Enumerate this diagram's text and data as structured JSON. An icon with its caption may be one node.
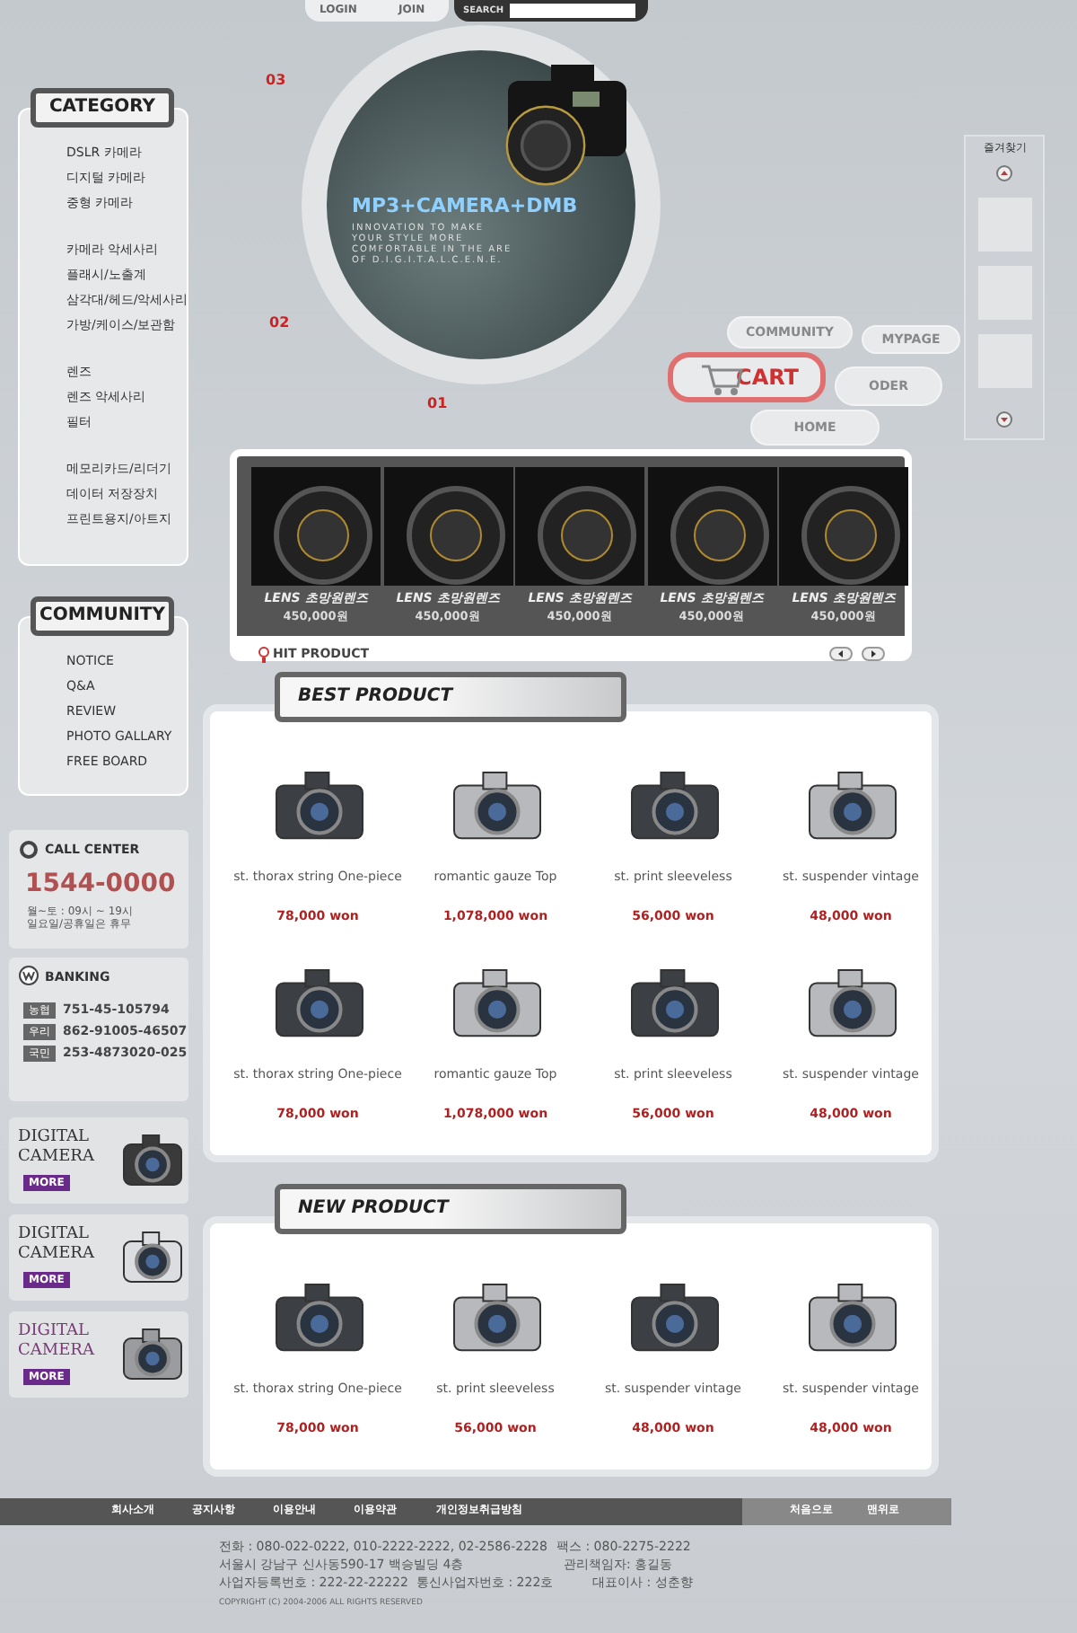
{
  "diagram": {
    "nodes": [
      {
        "text": [
          "CATEGORY",
          "DSLR 카메라",
          "디지털 카메라",
          "중형 카메라",
          "카메라 악세사리",
          "플래시/노출계",
          "삼각대/헤드/악세사리",
          "가방/케이스/보관함",
          "렌즈",
          "렌즈 악세사리",
          "필터",
          "메모리카드/리더기",
          "데이터 저장장치",
          "프린트용지/아트지"
        ]
      },
      {
        "text": [
          "COMMUNITY",
          "NOTICE",
          "Q&A",
          "REVIEW",
          "PHOTO GALLARY",
          "FREE BOARD"
        ]
      },
      {
        "text": [
          "CALL CENTER",
          "1544-0000",
          "월~토 : 09시 ~ 19시 일요일/공휴일은 휴무"
        ]
      },
      {
        "text": [
          "BANKING",
          "농협",
          "751-45-105794",
          "우리",
          "862-91005-46507",
          "국민",
          "253-4873020-025"
        ]
      },
      {
        "text": [
          "DIGITAL CAMERA",
          "MORE"
        ]
      },
      {
        "text": [
          "DIGITAL CAMERA",
          "MORE"
        ]
      },
      {
        "text": [
          "DIGITAL CAMERA",
          "MORE"
        ]
      },
      {
        "text": [
          "MP3+CAMERA+DMB",
          "INNOVATION TO MAKE YOUR STYLE MORE COMFORTABLE IN THE ARE OF D.I.G.I.T.A.L.C.E.N.E."
        ]
      },
      {
        "text": [
          "COMMUNITY"
        ]
      },
      {
        "text": [
          "MYPAGE"
        ]
      },
      {
        "text": [
          "CART"
        ]
      },
      {
        "text": [
          "ODER"
        ]
      },
      {
        "text": [
          "HOME"
        ]
      },
      {
        "text": [
          "즐겨찾기"
        ]
      },
      {
        "text": [
          "HIT PRODUCT"
        ]
      },
      {
        "text": [
          "LENS 초망원렌즈",
          "450,000원"
        ],
        "in": 14
      },
      {
        "text": [
          "LENS 초망원렌즈",
          "450,000원"
        ],
        "in": 14
      },
      {
        "text": [
          "LENS 초망원렌즈",
          "450,000원"
        ],
        "in": 14
      },
      {
        "text": [
          "LENS 초망원렌즈",
          "450,000원"
        ],
        "in": 14
      },
      {
        "text": [
          "LENS 초망원렌즈",
          "450,000원"
        ],
        "in": 14
      },
      {
        "text": [
          "BEST PRODUCT"
        ]
      },
      {
        "text": [
          "st. thorax string One-piece",
          "78,000 won"
        ],
        "in": 20
      },
      {
        "text": [
          "romantic gauze Top",
          "1,078,000 won"
        ],
        "in": 20
      },
      {
        "text": [
          "st. print sleeveless",
          "56,000 won"
        ],
        "in": 20
      },
      {
        "text": [
          "st. suspender vintage",
          "48,000 won"
        ],
        "in": 20
      },
      {
        "text": [
          "st. thorax string One-piece",
          "78,000 won"
        ],
        "in": 20
      },
      {
        "text": [
          "romantic gauze Top",
          "1,078,000 won"
        ],
        "in": 20
      },
      {
        "text": [
          "st. print sleeveless",
          "56,000 won"
        ],
        "in": 20
      },
      {
        "text": [
          "st. suspender vintage",
          "48,000 won"
        ],
        "in": 20
      },
      {
        "text": [
          "NEW PRODUCT"
        ]
      },
      {
        "text": [
          "st. thorax string One-piece",
          "78,000 won"
        ],
        "in": 29
      },
      {
        "text": [
          "st. print sleeveless",
          "56,000 won"
        ],
        "in": 29
      },
      {
        "text": [
          "st. suspender vintage",
          "48,000 won"
        ],
        "in": 29
      },
      {
        "text": [
          "st. suspender vintage",
          "48,000 won"
        ],
        "in": 29
      }
    ],
    "labels": [
      "LOGIN",
      "JOIN",
      "SEARCH",
      "03",
      "02",
      "01",
      "회사소개",
      "공지사항",
      "이용안내",
      "이용약관",
      "개인정보취급방침",
      "처음으로",
      "맨위로",
      "전화 : 080-022-0222, 010-2222-2222, 02-2586-2228",
      "팩스 : 080-2275-2222",
      "서울시 강남구 신사동590-17 백승빌딩 4층",
      "관리책임자: 홍길동",
      "사업자등록번호 : 222-22-22222",
      "통신사업자번호 : 222호",
      "대표이사 : 성춘향",
      "COPYRIGHT (C) 2004-2006 ALL RIGHTS RESERVED"
    ]
  }
}
